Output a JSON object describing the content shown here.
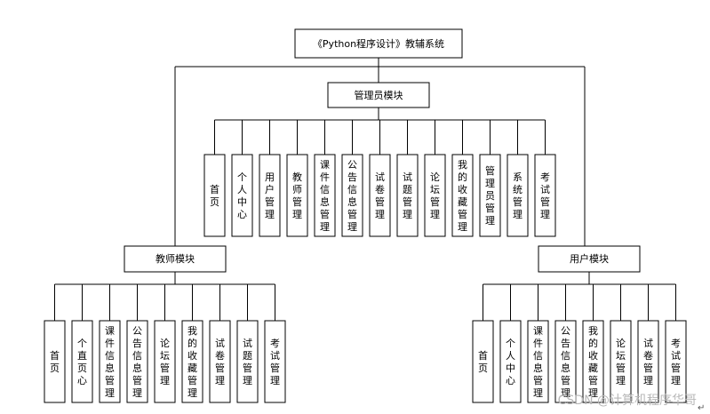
{
  "root": {
    "label": "《Python程序设计》教辅系统"
  },
  "modules": {
    "admin": {
      "label": "管理员模块",
      "children": [
        "首页",
        "个人中心",
        "用户管理",
        "教师管理",
        "课件信息管理",
        "公告信息管理",
        "试卷管理",
        "试题管理",
        "论坛管理",
        "我的收藏管理",
        "管理员管理",
        "系统管理",
        "考试管理"
      ]
    },
    "teacher": {
      "label": "教师模块",
      "children": [
        "首页",
        "个直页心",
        "课件信息管理",
        "公告信息管理",
        "论坛管理",
        "我的收藏管理",
        "试卷管理",
        "试题管理",
        "考试管理"
      ]
    },
    "user": {
      "label": "用户模块",
      "children": [
        "首页",
        "个人中心",
        "课件信息管理",
        "公告信息管理",
        "我的收藏管理",
        "论坛管理",
        "试卷管理",
        "考试管理"
      ]
    }
  },
  "watermark": "CSDN @计算机程序华哥",
  "paragraph_mark": "↵"
}
